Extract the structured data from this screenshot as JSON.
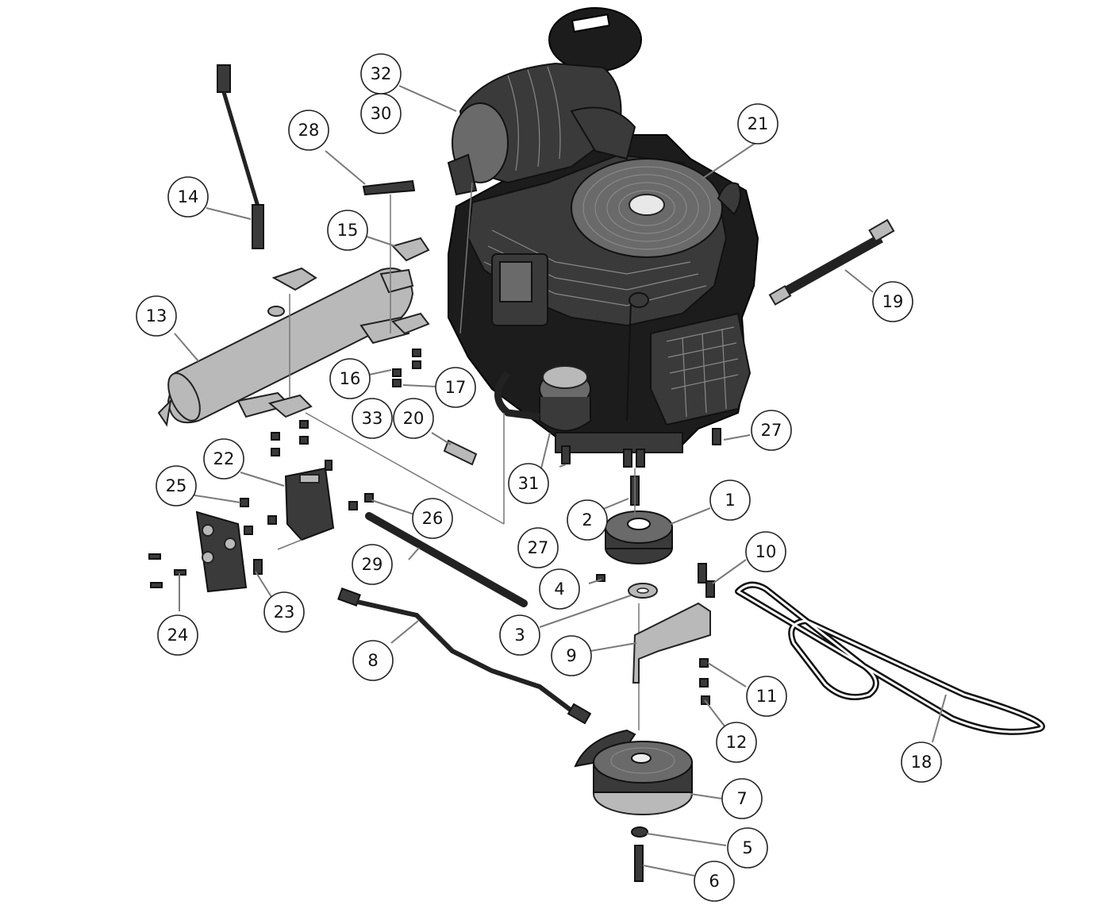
{
  "colors": {
    "background": "#ffffff",
    "part_dark": "#1c1c1c",
    "part_mid": "#6a6a6a",
    "part_light": "#b9b9b9",
    "leader": "#7a7a7a"
  },
  "callouts": [
    {
      "id": "c1",
      "label": "1"
    },
    {
      "id": "c2",
      "label": "2"
    },
    {
      "id": "c3",
      "label": "3"
    },
    {
      "id": "c4",
      "label": "4"
    },
    {
      "id": "c5",
      "label": "5"
    },
    {
      "id": "c6",
      "label": "6"
    },
    {
      "id": "c7",
      "label": "7"
    },
    {
      "id": "c8",
      "label": "8"
    },
    {
      "id": "c9",
      "label": "9"
    },
    {
      "id": "c10",
      "label": "10"
    },
    {
      "id": "c11",
      "label": "11"
    },
    {
      "id": "c12",
      "label": "12"
    },
    {
      "id": "c13",
      "label": "13"
    },
    {
      "id": "c14",
      "label": "14"
    },
    {
      "id": "c15",
      "label": "15"
    },
    {
      "id": "c16",
      "label": "16"
    },
    {
      "id": "c17",
      "label": "17"
    },
    {
      "id": "c18",
      "label": "18"
    },
    {
      "id": "c19",
      "label": "19"
    },
    {
      "id": "c20",
      "label": "20"
    },
    {
      "id": "c21",
      "label": "21"
    },
    {
      "id": "c22",
      "label": "22"
    },
    {
      "id": "c23",
      "label": "23"
    },
    {
      "id": "c24",
      "label": "24"
    },
    {
      "id": "c25",
      "label": "25"
    },
    {
      "id": "c26",
      "label": "26"
    },
    {
      "id": "c27a",
      "label": "27"
    },
    {
      "id": "c27b",
      "label": "27"
    },
    {
      "id": "c28",
      "label": "28"
    },
    {
      "id": "c29",
      "label": "29"
    },
    {
      "id": "c30",
      "label": "30"
    },
    {
      "id": "c31",
      "label": "31"
    },
    {
      "id": "c32",
      "label": "32"
    },
    {
      "id": "c33",
      "label": "33"
    }
  ]
}
